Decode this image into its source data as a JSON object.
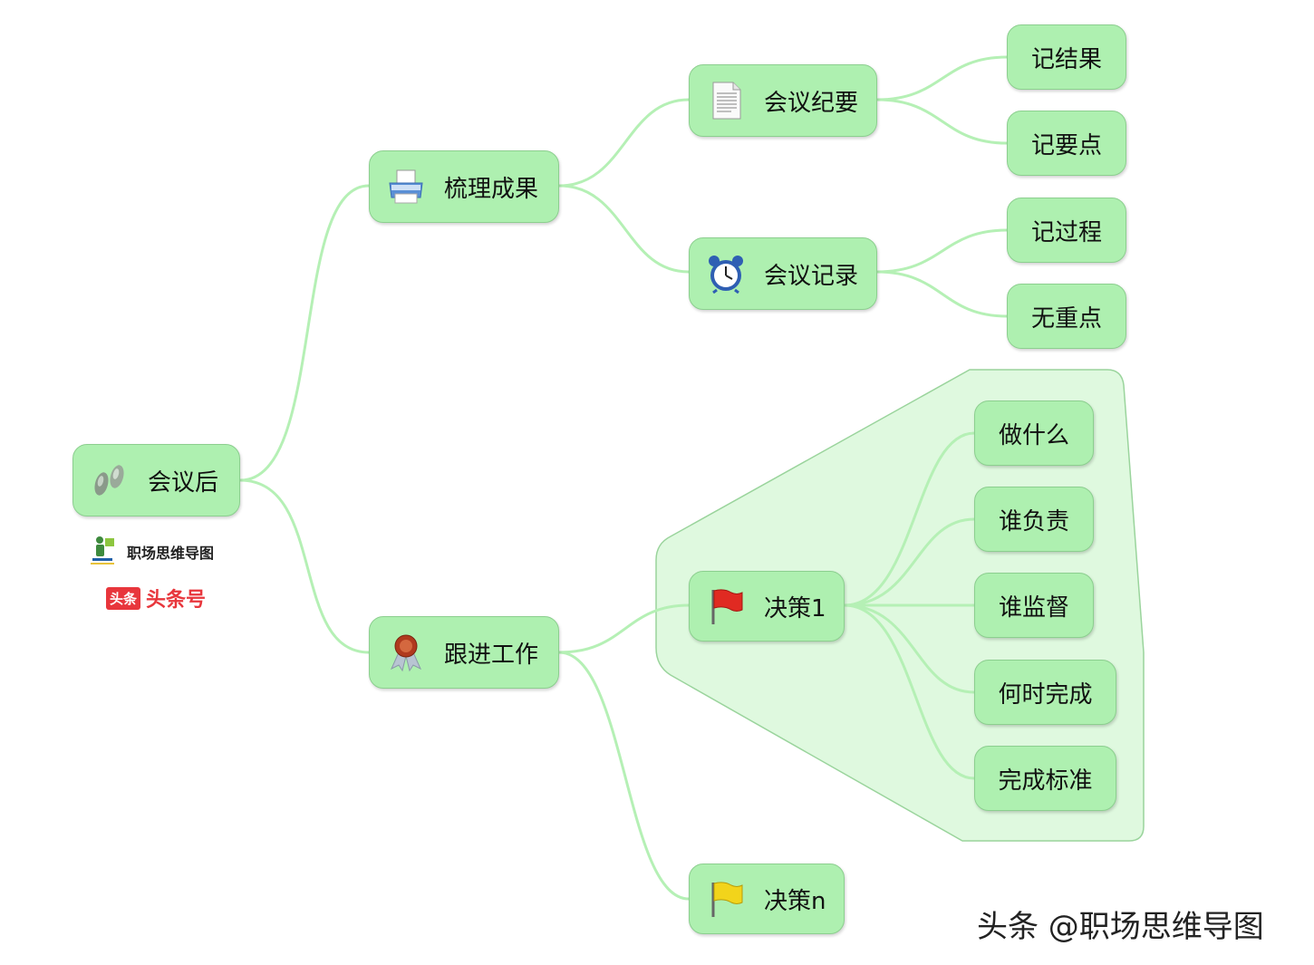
{
  "root": {
    "label": "会议后",
    "icon": "footprints-icon"
  },
  "branch_1": {
    "label": "梳理成果",
    "icon": "printer-icon",
    "children": [
      {
        "label": "会议纪要",
        "icon": "document-icon",
        "children": [
          "记结果",
          "记要点"
        ]
      },
      {
        "label": "会议记录",
        "icon": "alarm-clock-icon",
        "children": [
          "记过程",
          "无重点"
        ]
      }
    ]
  },
  "branch_2": {
    "label": "跟进工作",
    "icon": "award-ribbon-icon",
    "children": [
      {
        "label": "决策1",
        "icon": "red-flag-icon",
        "children": [
          "做什么",
          "谁负责",
          "谁监督",
          "何时完成",
          "完成标准"
        ]
      },
      {
        "label": "决策n",
        "icon": "yellow-flag-icon"
      }
    ]
  },
  "brand": {
    "name": "职场思维导图",
    "logo_text": "头条",
    "platform": "头条号"
  },
  "watermark": "头条 @职场思维导图",
  "colors": {
    "node_fill": "#aef0b0",
    "node_border": "#8ccf8f",
    "connector": "#b5f0b5",
    "group_fill": "#dff9df"
  }
}
